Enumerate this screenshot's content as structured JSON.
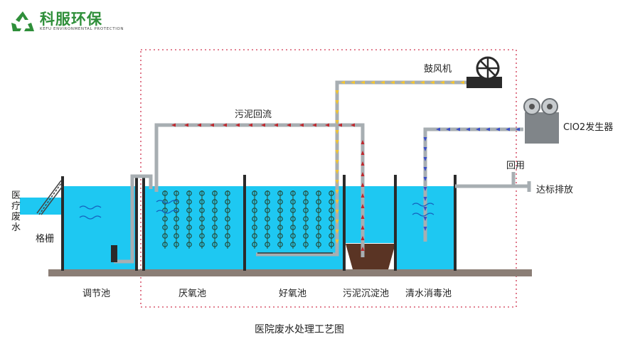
{
  "brand": {
    "name": "科服环保",
    "subtitle": "KEFU ENVIRONMENTAL PROTECTION"
  },
  "labels": {
    "medical_wastewater": [
      "医",
      "疗",
      "废",
      "水"
    ],
    "screen": "格栅",
    "blower": "鼓风机",
    "sludge_return": "污泥回流",
    "clo2_generator": "ClO2发生器",
    "reuse": "回用",
    "discharge": "达标排放"
  },
  "tanks": [
    "调节池",
    "厌氧池",
    "好氧池",
    "污泥沉淀池",
    "清水消毒池"
  ],
  "title": "医院废水处理工艺图",
  "colors": {
    "water": "#1ec8f2",
    "pipe": "#a7aeb2",
    "wall": "#2a2a2a",
    "ground": "#8b7e76",
    "boundary": "#d9596f",
    "air_arrow": "#f2c533",
    "sludge_arrow": "#c1272d",
    "clo2_arrow": "#3a4fc9",
    "sludge": "#5a3424",
    "brand_green": "#2f8f3a"
  }
}
